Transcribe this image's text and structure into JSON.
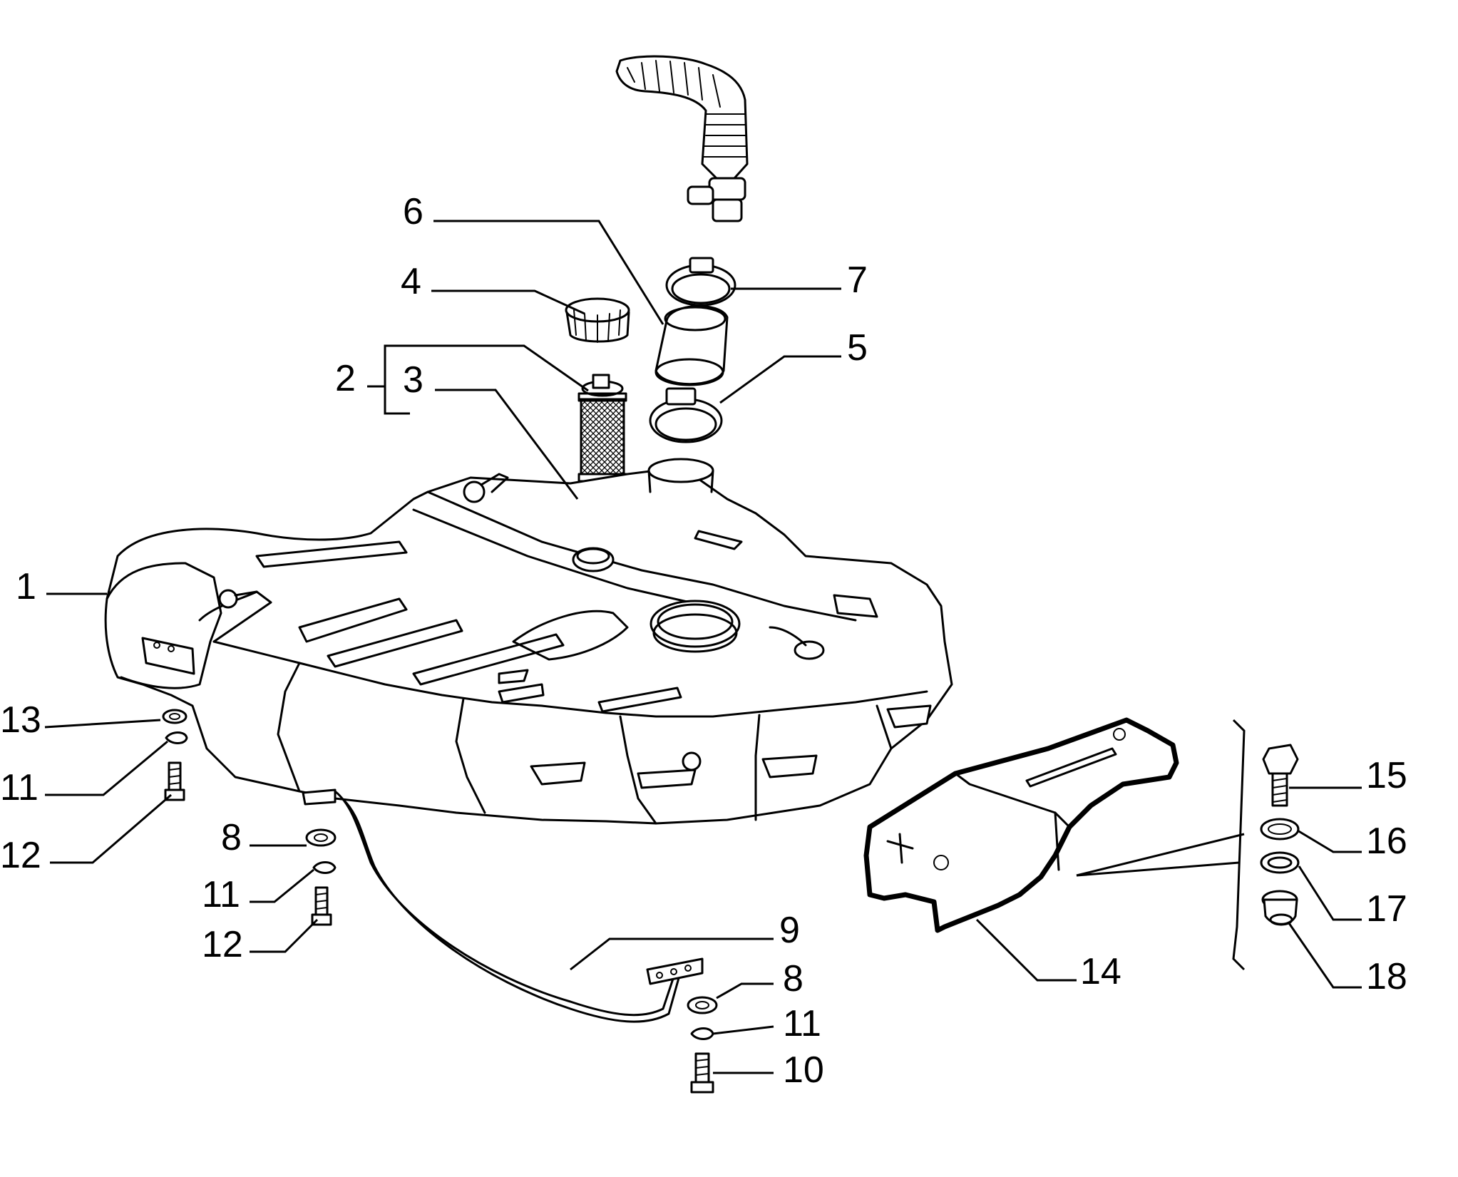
{
  "callouts": [
    {
      "id": "c1",
      "text": "1"
    },
    {
      "id": "c2",
      "text": "2"
    },
    {
      "id": "c3",
      "text": "3"
    },
    {
      "id": "c4",
      "text": "4"
    },
    {
      "id": "c5",
      "text": "5"
    },
    {
      "id": "c6",
      "text": "6"
    },
    {
      "id": "c7",
      "text": "7"
    },
    {
      "id": "c8a",
      "text": "8"
    },
    {
      "id": "c8b",
      "text": "8"
    },
    {
      "id": "c9",
      "text": "9"
    },
    {
      "id": "c10",
      "text": "10"
    },
    {
      "id": "c11a",
      "text": "11"
    },
    {
      "id": "c11b",
      "text": "11"
    },
    {
      "id": "c11c",
      "text": "11"
    },
    {
      "id": "c12a",
      "text": "12"
    },
    {
      "id": "c12b",
      "text": "12"
    },
    {
      "id": "c13",
      "text": "13"
    },
    {
      "id": "c14",
      "text": "14"
    },
    {
      "id": "c15",
      "text": "15"
    },
    {
      "id": "c16",
      "text": "16"
    },
    {
      "id": "c17",
      "text": "17"
    },
    {
      "id": "c18",
      "text": "18"
    }
  ]
}
